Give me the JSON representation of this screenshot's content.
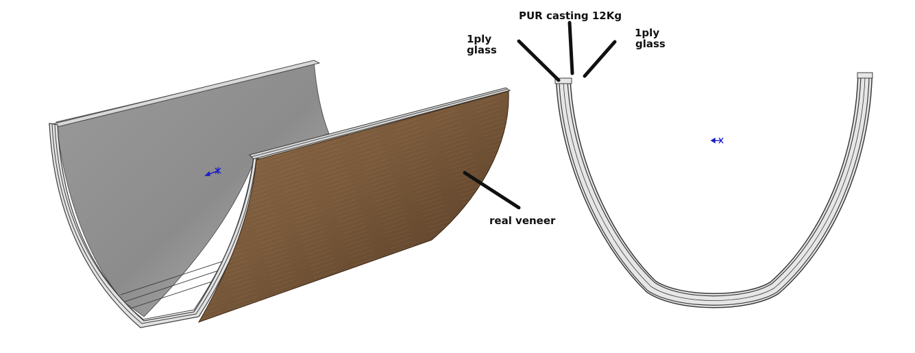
{
  "labels": {
    "pur_casting": "PUR casting 12Kg",
    "glass_left_line1": "1ply",
    "glass_left_line2": "glass",
    "glass_right_line1": "1ply",
    "glass_right_line2": "glass",
    "veneer": "real veneer"
  },
  "colors": {
    "background": "#ffffff",
    "shell_inner": "#8f8f8f",
    "shell_inner_light": "#bdbdbd",
    "layer_fill": "#e4e4e4",
    "layer_stroke": "#4a4a4a",
    "veneer_dark": "#4f3621",
    "veneer_light": "#8a6a48",
    "leader_line": "#111111",
    "origin_marker": "#1a1acc"
  },
  "icons": {
    "origin_marker": "coordinate-origin-icon"
  }
}
